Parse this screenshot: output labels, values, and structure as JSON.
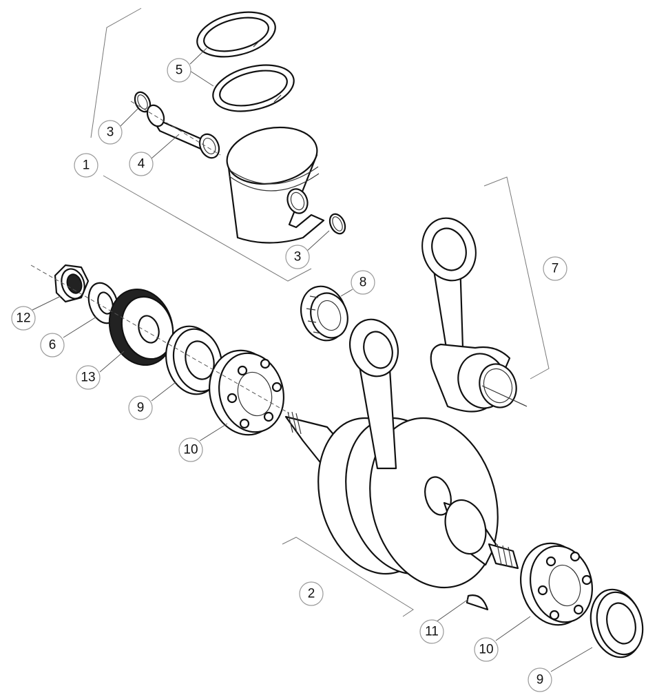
{
  "callouts": [
    {
      "id": "c1",
      "label": "1"
    },
    {
      "id": "c2",
      "label": "2"
    },
    {
      "id": "c3a",
      "label": "3"
    },
    {
      "id": "c3b",
      "label": "3"
    },
    {
      "id": "c4",
      "label": "4"
    },
    {
      "id": "c5",
      "label": "5"
    },
    {
      "id": "c6",
      "label": "6"
    },
    {
      "id": "c7",
      "label": "7"
    },
    {
      "id": "c8",
      "label": "8"
    },
    {
      "id": "c9a",
      "label": "9"
    },
    {
      "id": "c9b",
      "label": "9"
    },
    {
      "id": "c10a",
      "label": "10"
    },
    {
      "id": "c10b",
      "label": "10"
    },
    {
      "id": "c11",
      "label": "11"
    },
    {
      "id": "c12",
      "label": "12"
    },
    {
      "id": "c13",
      "label": "13"
    }
  ]
}
